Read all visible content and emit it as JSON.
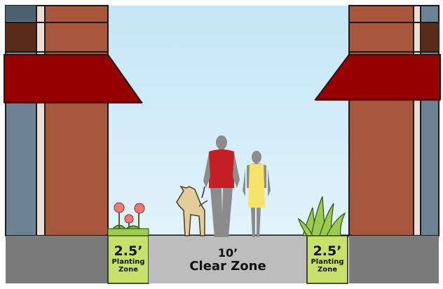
{
  "left_zone": {
    "size": "2.5’",
    "label_line1": "Planting",
    "label_line2": "Zone"
  },
  "center_zone": {
    "size": "10’",
    "label": "Clear Zone"
  },
  "right_zone": {
    "size": "2.5’",
    "label_line1": "Planting",
    "label_line2": "Zone"
  },
  "colors": {
    "sky_top": "#c4e6f6",
    "sky_bottom": "#dff2fb",
    "brick": "#a6573c",
    "awning": "#980000",
    "glass": "#6c8294",
    "sidewalk": "#bdbdbd",
    "curb": "#7a7a7a",
    "planting": "#c6e26a",
    "shirt_red": "#c41f24",
    "dress_yellow": "#f6e36a",
    "figure_gray": "#8c8c8c",
    "dog": "#e3cd9b"
  }
}
